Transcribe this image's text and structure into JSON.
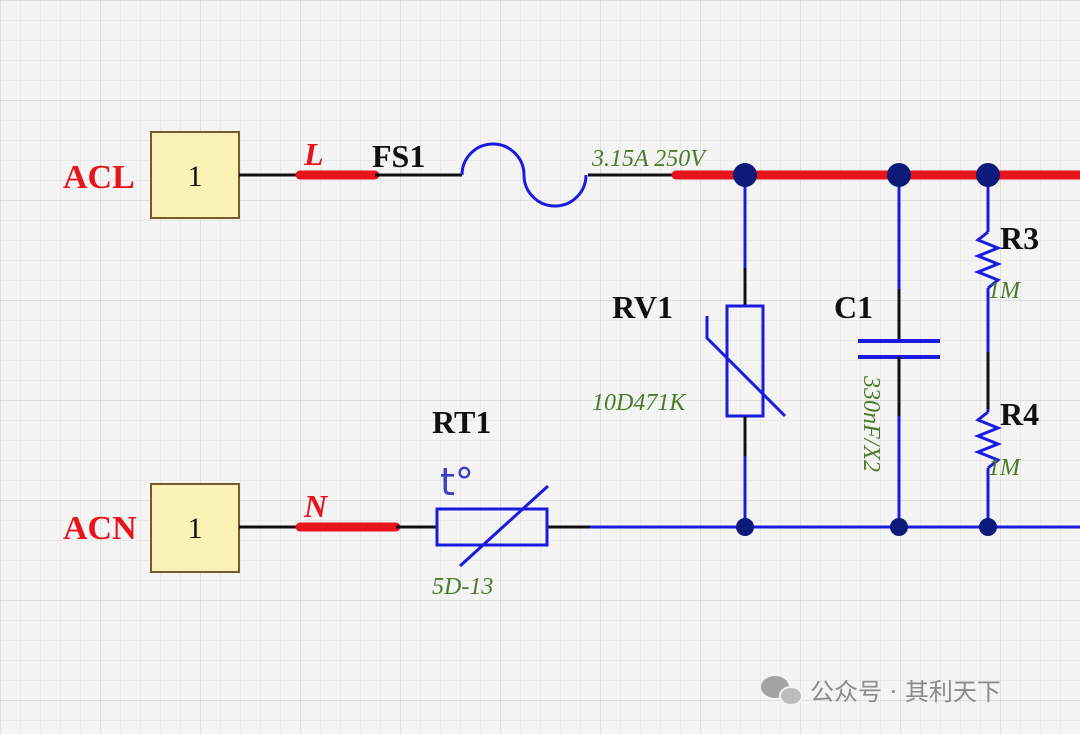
{
  "connectors": {
    "acl": {
      "label": "ACL",
      "pin": "1"
    },
    "acn": {
      "label": "ACN",
      "pin": "1"
    }
  },
  "nets": {
    "line": "L",
    "neutral": "N"
  },
  "components": {
    "fs1": {
      "ref": "FS1",
      "value": "3.15A 250V"
    },
    "rv1": {
      "ref": "RV1",
      "value": "10D471K"
    },
    "c1": {
      "ref": "C1",
      "value": "330nF/X2"
    },
    "r3": {
      "ref": "R3",
      "value": "1M"
    },
    "r4": {
      "ref": "R4",
      "value": "1M"
    },
    "rt1": {
      "ref": "RT1",
      "value": "5D-13",
      "symbol": "t°"
    }
  },
  "watermark": {
    "text": "公众号 · 其利天下",
    "icon": "wechat-icon"
  },
  "colors": {
    "background": "#f4f4f4",
    "grid": "#d9d9d9",
    "wire_blue": "#1a1ae0",
    "wire_red": "#e8141b",
    "junction": "#0e1a7a",
    "connector_fill": "#fbf3b5",
    "value_green": "#4c7a26"
  }
}
